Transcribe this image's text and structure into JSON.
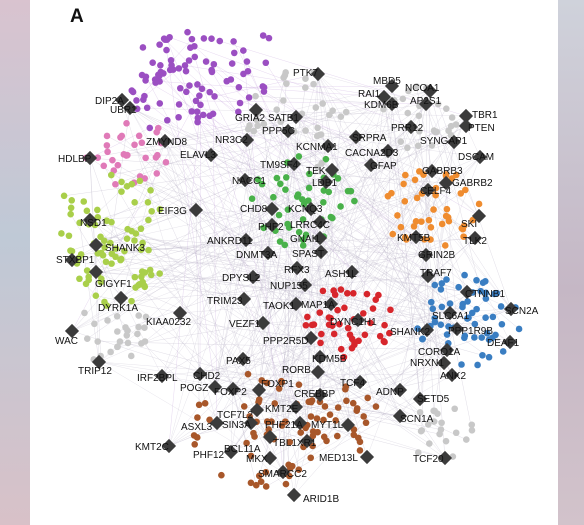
{
  "panel_label": "A",
  "colors": {
    "edge": "#b9b2c6",
    "hub": "#3b3b3b",
    "purple": "#9b4fc2",
    "pink": "#e07ab8",
    "lime": "#a9cf4a",
    "green": "#49b14a",
    "orange": "#ef8c2f",
    "red": "#d7262c",
    "blue": "#3a7ec2",
    "brown": "#a8572a",
    "grey": "#c8c8c8",
    "gold": "#d2ad45"
  },
  "genes": [
    "PTK7",
    "MBD5",
    "RAI1",
    "NCOA1",
    "KDM6B",
    "AP2S1",
    "TBR1",
    "PTEN",
    "SYNGAP1",
    "DSCAM",
    "DIP2A",
    "UBR1",
    "ZMYND8",
    "ELAVL3",
    "GRIA2",
    "SATB1",
    "PPP5C",
    "NR3C2",
    "KCNMA1",
    "SRPRA",
    "PRR12",
    "CACNA2D3",
    "GFAP",
    "GABRB3",
    "GABRB2",
    "HDLBP",
    "TM9SF4",
    "TEK",
    "NACC1",
    "LDB1",
    "CELF4",
    "SKI",
    "TLK2",
    "KMT5B",
    "GRIN2B",
    "NSD1",
    "EIF3G",
    "CHD8",
    "KCNQ3",
    "PHF2",
    "LRRC4C",
    "GNAI1",
    "ANKRD11",
    "DNMT3A",
    "SPAST",
    "SHANK3",
    "STXBP1",
    "GIGYF1",
    "DPYSL2",
    "RFX3",
    "ASH1L",
    "TRAF7",
    "CTNNB1",
    "NUP155",
    "TRIM23",
    "DYRK1A",
    "KIAA0232",
    "TAOK1",
    "MAP1A",
    "SLC6A1",
    "SCN2A",
    "VEZF1",
    "PPP2R5D",
    "DYNC1H1",
    "SHANK2",
    "PPP1R9B",
    "WAC",
    "CORO1A",
    "DEAF1",
    "NRXN1",
    "TRIP12",
    "IRF2BPL",
    "CHD2",
    "PAX5",
    "KDM5B",
    "ANK2",
    "RORB",
    "FOXP1",
    "POGZ",
    "FOXP2",
    "TCF4",
    "ADNP",
    "CREBBP",
    "SETD5",
    "TCF7L2",
    "KMT2E",
    "MYT1L",
    "SCN1A",
    "ASXL3",
    "SIN3A",
    "PHF21A",
    "BCL11A",
    "KMT2C",
    "TBL1XR1",
    "PHF12",
    "MKX",
    "MED13L",
    "TCF20",
    "SMARCC2",
    "ARID1B"
  ]
}
